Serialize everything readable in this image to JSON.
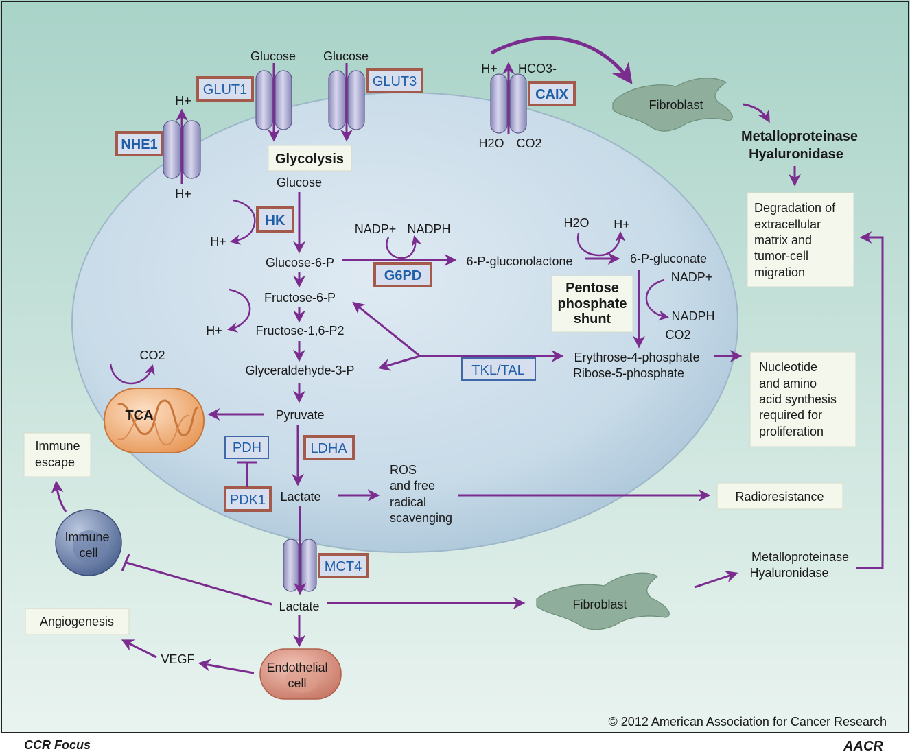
{
  "colors": {
    "background_gradient_top": "#a9d3c8",
    "background_gradient_bottom": "#e8f3ef",
    "cell_fill": "#c9dde9",
    "arrow_purple": "#7b2c8f",
    "enzyme_text": "#1f5fa8",
    "enzyme_border": "#a35a4a",
    "box_fill": "#f3f7ec"
  },
  "transporters": {
    "glut1": "GLUT1",
    "glut3": "GLUT3",
    "nhe1": "NHE1",
    "caix": "CAIX",
    "mct4": "MCT4"
  },
  "top_labels": {
    "glucose_left": "Glucose",
    "glucose_right": "Glucose",
    "h_plus": "H+",
    "hco3": "HCO3-",
    "h2o": "H2O",
    "co2": "CO2",
    "fibroblast_top": "Fibroblast",
    "metallo_top_1": "Metalloproteinase",
    "metallo_top_2": "Hyaluronidase"
  },
  "glycolysis": {
    "title": "Glycolysis",
    "glucose": "Glucose",
    "hk": "HK",
    "glucose_6p": "Glucose-6-P",
    "fructose_6p": "Fructose-6-P",
    "fructose_16p2": "Fructose-1,6-P2",
    "glyceraldehyde_3p": "Glyceraldehyde-3-P",
    "pyruvate": "Pyruvate",
    "lactate": "Lactate",
    "h_plus": "H+"
  },
  "ppp": {
    "nadp": "NADP+",
    "nadph": "NADPH",
    "g6pd": "G6PD",
    "gluconolactone": "6-P-gluconolactone",
    "h2o": "H2O",
    "h_plus": "H+",
    "gluconate": "6-P-gluconate",
    "nadp2": "NADP+",
    "nadph2": "NADPH",
    "co2": "CO2",
    "shunt_1": "Pentose",
    "shunt_2": "phosphate",
    "shunt_3": "shunt",
    "tkl_tal": "TKL/TAL",
    "erythrose": "Erythrose-4-phosphate",
    "ribose": "Ribose-5-phosphate"
  },
  "tca": {
    "label": "TCA",
    "co2": "CO2"
  },
  "lactate_branch": {
    "pdh": "PDH",
    "pdk1": "PDK1",
    "ldha": "LDHA",
    "ros_1": "ROS",
    "ros_2": "and free",
    "ros_3": "radical",
    "ros_4": "scavenging",
    "lactate_out": "Lactate",
    "vegf": "VEGF",
    "endothelial_1": "Endothelial",
    "endothelial_2": "cell",
    "immune_cell_1": "Immune",
    "immune_cell_2": "cell",
    "fibroblast_bottom": "Fibroblast",
    "metallo_bottom_1": "Metalloproteinase",
    "metallo_bottom_2": "Hyaluronidase"
  },
  "outcome_boxes": {
    "degradation": [
      "Degradation of",
      "extracellular",
      "matrix and",
      "tumor-cell",
      "migration"
    ],
    "nucleotide": [
      "Nucleotide",
      "and amino",
      "acid synthesis",
      "required for",
      "proliferation"
    ],
    "radioresistance": "Radioresistance",
    "immune_escape": [
      "Immune",
      "escape"
    ],
    "angiogenesis": "Angiogenesis"
  },
  "footer": {
    "copyright": "© 2012 American Association for Cancer Research",
    "journal": "CCR Focus",
    "logo": "AACR"
  }
}
